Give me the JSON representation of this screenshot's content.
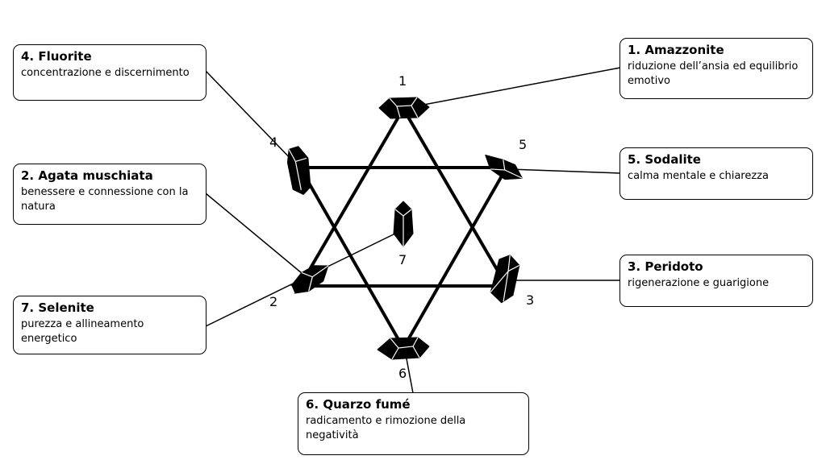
{
  "stones": [
    {
      "number": "1",
      "title": "1. Amazzonite",
      "desc": "riduzione dell’ansia ed equilibrio emotivo"
    },
    {
      "number": "2",
      "title": "2. Agata muschiata",
      "desc": "benessere e connessione con la natura"
    },
    {
      "number": "3",
      "title": "3. Peridoto",
      "desc": "rigenerazione e guarigione"
    },
    {
      "number": "4",
      "title": "4. Fluorite",
      "desc": "concentrazione e discernimento"
    },
    {
      "number": "5",
      "title": "5. Sodalite",
      "desc": "calma mentale e chiarezza"
    },
    {
      "number": "6",
      "title": "6. Quarzo fumé",
      "desc": "radicamento e rimozione della negatività"
    },
    {
      "number": "7",
      "title": "7. Selenite",
      "desc": "purezza e allineamento energetico"
    }
  ],
  "colors": {
    "line": "#000000",
    "background": "#ffffff",
    "crystal": "#000000"
  }
}
